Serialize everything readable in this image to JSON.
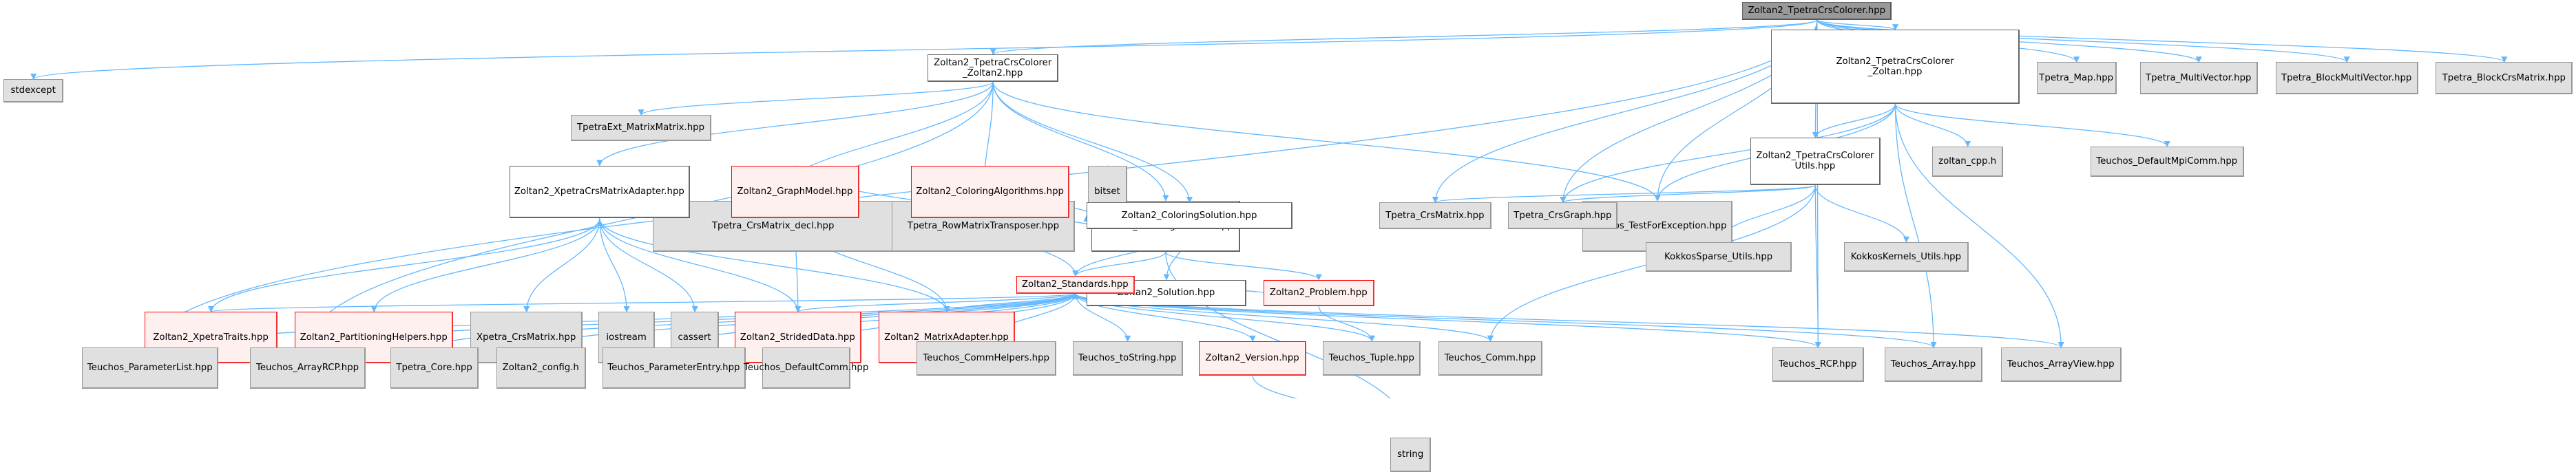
{
  "graph": {
    "title": "Zoltan2_TpetraCrsColorer.hpp",
    "edge_color": "#63b8ff",
    "nodes": [
      {
        "id": "root",
        "label": "Zoltan2_TpetraCrsColorer.hpp",
        "kind": "root"
      },
      {
        "id": "stdexcept",
        "label": "stdexcept",
        "kind": "ext"
      },
      {
        "id": "z2",
        "label": "Zoltan2_TpetraCrsColorer\n_Zoltan2.hpp",
        "kind": "int"
      },
      {
        "id": "zz",
        "label": "Zoltan2_TpetraCrsColorer\n_Zoltan.hpp",
        "kind": "int"
      },
      {
        "id": "tmap",
        "label": "Tpetra_Map.hpp",
        "kind": "ext"
      },
      {
        "id": "tmv",
        "label": "Tpetra_MultiVector.hpp",
        "kind": "ext"
      },
      {
        "id": "tbmv",
        "label": "Tpetra_BlockMultiVector.hpp",
        "kind": "ext"
      },
      {
        "id": "tbcm",
        "label": "Tpetra_BlockCrsMatrix.hpp",
        "kind": "ext"
      },
      {
        "id": "tmm",
        "label": "TpetraExt_MatrixMatrix.hpp",
        "kind": "ext"
      },
      {
        "id": "tcmd",
        "label": "Tpetra_CrsMatrix_decl.hpp",
        "kind": "ext"
      },
      {
        "id": "trmt",
        "label": "Tpetra_RowMatrixTransposer.hpp",
        "kind": "ext"
      },
      {
        "id": "cprob",
        "label": "Zoltan2_ColoringProblem.hpp",
        "kind": "int"
      },
      {
        "id": "ttfe",
        "label": "Teuchos_TestForException.hpp",
        "kind": "ext"
      },
      {
        "id": "utils",
        "label": "Zoltan2_TpetraCrsColorer\nUtils.hpp",
        "kind": "int"
      },
      {
        "id": "zcpp",
        "label": "zoltan_cpp.h",
        "kind": "ext"
      },
      {
        "id": "tdmc",
        "label": "Teuchos_DefaultMpiComm.hpp",
        "kind": "ext"
      },
      {
        "id": "xcma",
        "label": "Zoltan2_XpetraCrsMatrixAdapter.hpp",
        "kind": "int"
      },
      {
        "id": "gm",
        "label": "Zoltan2_GraphModel.hpp",
        "kind": "red"
      },
      {
        "id": "calg",
        "label": "Zoltan2_ColoringAlgorithms.hpp",
        "kind": "red"
      },
      {
        "id": "bitset",
        "label": "bitset",
        "kind": "ext"
      },
      {
        "id": "csol",
        "label": "Zoltan2_ColoringSolution.hpp",
        "kind": "int"
      },
      {
        "id": "tcm",
        "label": "Tpetra_CrsMatrix.hpp",
        "kind": "ext"
      },
      {
        "id": "tcg",
        "label": "Tpetra_CrsGraph.hpp",
        "kind": "ext"
      },
      {
        "id": "ksu",
        "label": "KokkosSparse_Utils.hpp",
        "kind": "ext"
      },
      {
        "id": "kku",
        "label": "KokkosKernels_Utils.hpp",
        "kind": "ext"
      },
      {
        "id": "xt",
        "label": "Zoltan2_XpetraTraits.hpp",
        "kind": "red"
      },
      {
        "id": "ph",
        "label": "Zoltan2_PartitioningHelpers.hpp",
        "kind": "red"
      },
      {
        "id": "xcm",
        "label": "Xpetra_CrsMatrix.hpp",
        "kind": "ext"
      },
      {
        "id": "iostream",
        "label": "iostream",
        "kind": "ext"
      },
      {
        "id": "cassert",
        "label": "cassert",
        "kind": "ext"
      },
      {
        "id": "sd",
        "label": "Zoltan2_StridedData.hpp",
        "kind": "red"
      },
      {
        "id": "ma",
        "label": "Zoltan2_MatrixAdapter.hpp",
        "kind": "red"
      },
      {
        "id": "sol",
        "label": "Zoltan2_Solution.hpp",
        "kind": "int"
      },
      {
        "id": "prob",
        "label": "Zoltan2_Problem.hpp",
        "kind": "red"
      },
      {
        "id": "std",
        "label": "Zoltan2_Standards.hpp",
        "kind": "red"
      },
      {
        "id": "tpl",
        "label": "Teuchos_ParameterList.hpp",
        "kind": "ext"
      },
      {
        "id": "tarcp",
        "label": "Teuchos_ArrayRCP.hpp",
        "kind": "ext"
      },
      {
        "id": "tcore",
        "label": "Tpetra_Core.hpp",
        "kind": "ext"
      },
      {
        "id": "zcfg",
        "label": "Zoltan2_config.h",
        "kind": "ext"
      },
      {
        "id": "tpe",
        "label": "Teuchos_ParameterEntry.hpp",
        "kind": "ext"
      },
      {
        "id": "tdc",
        "label": "Teuchos_DefaultComm.hpp",
        "kind": "ext"
      },
      {
        "id": "tch",
        "label": "Teuchos_CommHelpers.hpp",
        "kind": "ext"
      },
      {
        "id": "tts",
        "label": "Teuchos_toString.hpp",
        "kind": "ext"
      },
      {
        "id": "ver",
        "label": "Zoltan2_Version.hpp",
        "kind": "red"
      },
      {
        "id": "ttup",
        "label": "Teuchos_Tuple.hpp",
        "kind": "ext"
      },
      {
        "id": "tcomm",
        "label": "Teuchos_Comm.hpp",
        "kind": "ext"
      },
      {
        "id": "trcp",
        "label": "Teuchos_RCP.hpp",
        "kind": "ext"
      },
      {
        "id": "tarr",
        "label": "Teuchos_Array.hpp",
        "kind": "ext"
      },
      {
        "id": "tav",
        "label": "Teuchos_ArrayView.hpp",
        "kind": "ext"
      },
      {
        "id": "string",
        "label": "string",
        "kind": "ext"
      }
    ],
    "edges": [
      [
        "root",
        "stdexcept"
      ],
      [
        "root",
        "z2"
      ],
      [
        "root",
        "zz"
      ],
      [
        "root",
        "tmap"
      ],
      [
        "root",
        "tmv"
      ],
      [
        "root",
        "tbmv"
      ],
      [
        "root",
        "tbcm"
      ],
      [
        "root",
        "tpl"
      ],
      [
        "root",
        "ttfe"
      ],
      [
        "root",
        "utils"
      ],
      [
        "root",
        "tcm"
      ],
      [
        "root",
        "tcg"
      ],
      [
        "root",
        "trcp"
      ],
      [
        "z2",
        "tmm"
      ],
      [
        "z2",
        "tcmd"
      ],
      [
        "z2",
        "trmt"
      ],
      [
        "z2",
        "cprob"
      ],
      [
        "z2",
        "ttfe"
      ],
      [
        "z2",
        "xcma"
      ],
      [
        "z2",
        "tarcp"
      ],
      [
        "z2",
        "csol"
      ],
      [
        "zz",
        "ttfe"
      ],
      [
        "zz",
        "utils"
      ],
      [
        "zz",
        "zcpp"
      ],
      [
        "zz",
        "tdmc"
      ],
      [
        "zz",
        "tarr"
      ],
      [
        "zz",
        "tav"
      ],
      [
        "zz",
        "tcg"
      ],
      [
        "utils",
        "tcm"
      ],
      [
        "utils",
        "tcg"
      ],
      [
        "utils",
        "ksu"
      ],
      [
        "utils",
        "kku"
      ],
      [
        "utils",
        "trcp"
      ],
      [
        "utils",
        "tcomm"
      ],
      [
        "cprob",
        "gm"
      ],
      [
        "cprob",
        "calg"
      ],
      [
        "cprob",
        "bitset"
      ],
      [
        "cprob",
        "csol"
      ],
      [
        "cprob",
        "prob"
      ],
      [
        "cprob",
        "std"
      ],
      [
        "cprob",
        "string"
      ],
      [
        "xcma",
        "xt"
      ],
      [
        "xcma",
        "ph"
      ],
      [
        "xcma",
        "xcm"
      ],
      [
        "xcma",
        "iostream"
      ],
      [
        "xcma",
        "cassert"
      ],
      [
        "xcma",
        "sd"
      ],
      [
        "xcma",
        "ma"
      ],
      [
        "gm",
        "sd"
      ],
      [
        "gm",
        "ma"
      ],
      [
        "calg",
        "std"
      ],
      [
        "csol",
        "sol"
      ],
      [
        "csol",
        "std"
      ],
      [
        "sol",
        "std"
      ],
      [
        "prob",
        "std"
      ],
      [
        "prob",
        "ttup"
      ],
      [
        "xt",
        "std"
      ],
      [
        "sd",
        "std"
      ],
      [
        "ma",
        "std"
      ],
      [
        "std",
        "tpl"
      ],
      [
        "std",
        "tarcp"
      ],
      [
        "std",
        "tcore"
      ],
      [
        "std",
        "zcfg"
      ],
      [
        "std",
        "tpe"
      ],
      [
        "std",
        "tdc"
      ],
      [
        "std",
        "tch"
      ],
      [
        "std",
        "tts"
      ],
      [
        "std",
        "ver"
      ],
      [
        "std",
        "ttup"
      ],
      [
        "std",
        "tcomm"
      ],
      [
        "std",
        "trcp"
      ],
      [
        "std",
        "tarr"
      ],
      [
        "std",
        "tav"
      ],
      [
        "ver",
        "string"
      ]
    ]
  }
}
